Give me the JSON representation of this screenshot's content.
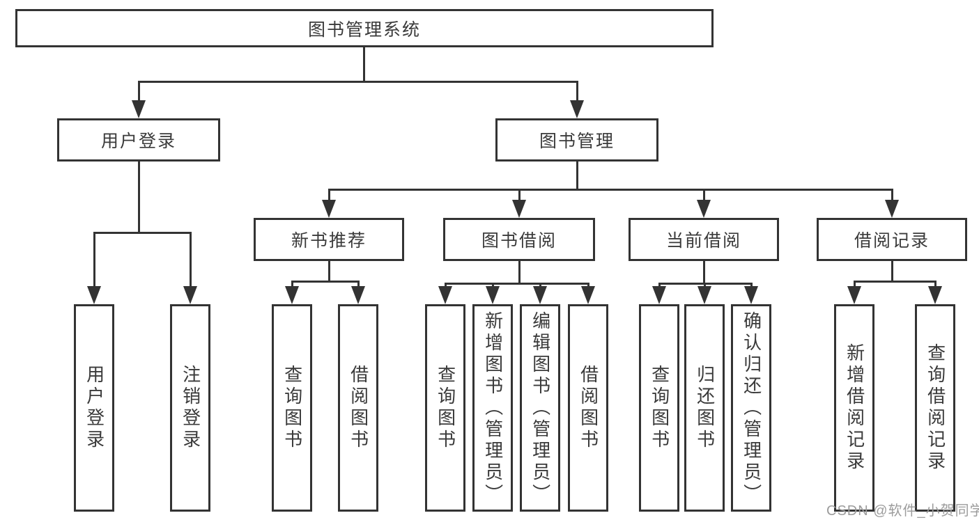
{
  "tree": {
    "root": "图书管理系统",
    "user_login": {
      "label": "用户登录",
      "children": [
        "用户登录",
        "注销登录"
      ]
    },
    "book_mgmt": {
      "label": "图书管理",
      "sections": {
        "new_book_rec": {
          "label": "新书推荐",
          "children": [
            "查询图书",
            "借阅图书"
          ]
        },
        "book_borrow": {
          "label": "图书借阅",
          "children": [
            "查询图书",
            "新增图书（管理员）",
            "编辑图书（管理员）",
            "借阅图书"
          ]
        },
        "current_borrow": {
          "label": "当前借阅",
          "children": [
            "查询图书",
            "归还图书",
            "确认归还（管理员）"
          ]
        },
        "borrow_record": {
          "label": "借阅记录",
          "children": [
            "新增借阅记录",
            "查询借阅记录"
          ]
        }
      }
    }
  },
  "colors": {
    "line": "#333333",
    "text": "#3a3a3a",
    "background": "#ffffff",
    "watermark": "#9c9c9c"
  },
  "watermark": "CSDN @软件_小贺同学"
}
